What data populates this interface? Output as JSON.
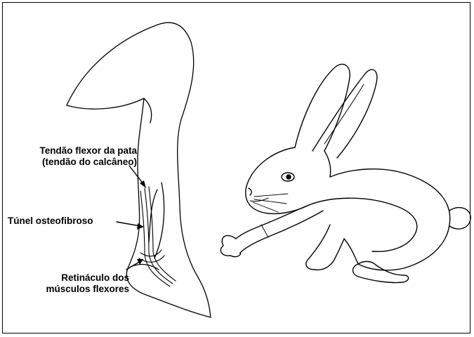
{
  "figure": {
    "labels": {
      "tendon": {
        "line1": "Tendão flexor da pata",
        "line2": "(tendão do calcâneo)"
      },
      "tunnel": {
        "line1": "Túnel osteofibroso"
      },
      "retinaculum": {
        "line1": "Retináculo dos",
        "line2": "músculos flexores"
      }
    },
    "colors": {
      "ink": "#000000",
      "background": "#ffffff"
    }
  }
}
